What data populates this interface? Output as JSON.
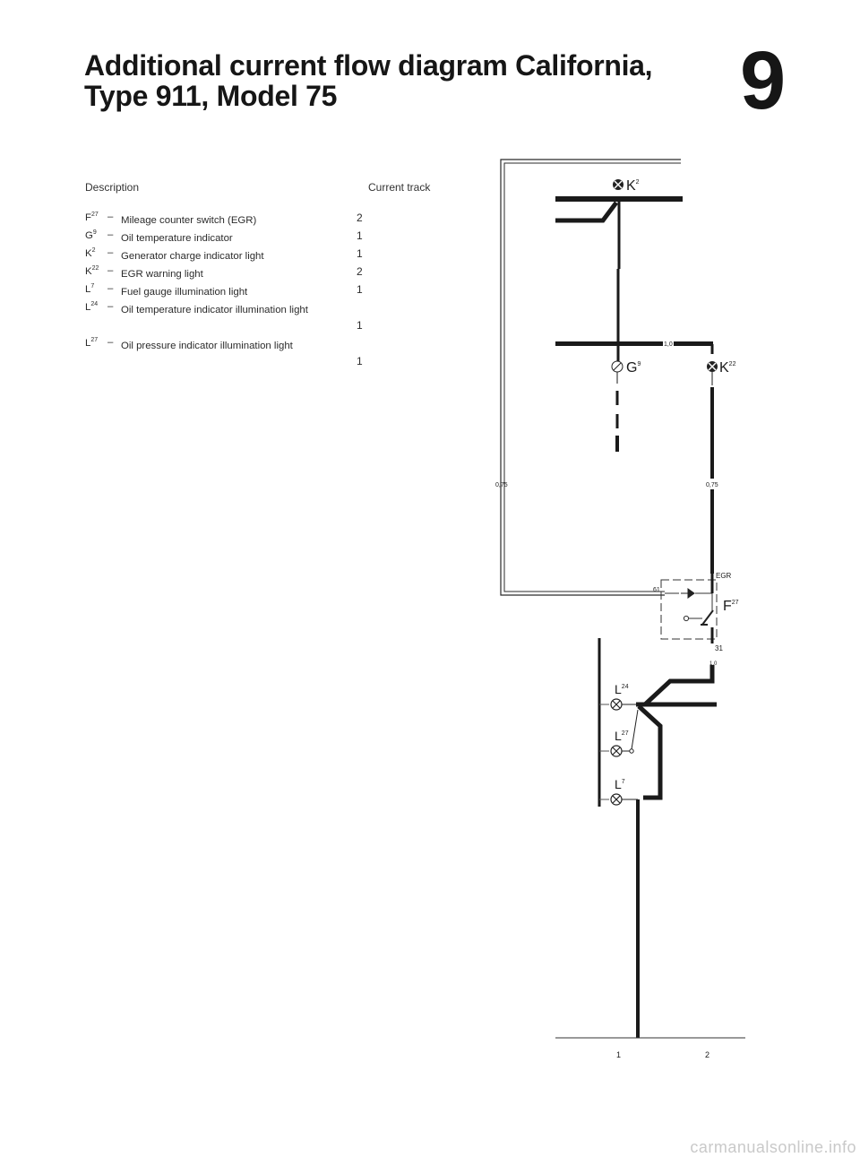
{
  "title": {
    "line1": "Additional current flow diagram California,",
    "line2": "Type 911, Model 75"
  },
  "section_number": "9",
  "legend": {
    "description_header": "Description",
    "track_header": "Current track",
    "items": [
      {
        "code": "F",
        "sup": "27",
        "desc": "Mileage counter switch (EGR)",
        "track": "2"
      },
      {
        "code": "G",
        "sup": "9",
        "desc": "Oil temperature indicator",
        "track": "1"
      },
      {
        "code": "K",
        "sup": "2",
        "desc": "Generator charge indicator light",
        "track": "1"
      },
      {
        "code": "K",
        "sup": "22",
        "desc": "EGR warning light",
        "track": "2"
      },
      {
        "code": "L",
        "sup": "7",
        "desc": "Fuel gauge illumination light",
        "track": "1"
      },
      {
        "code": "L",
        "sup": "24",
        "desc": "Oil temperature indicator illumination light",
        "track": "1"
      },
      {
        "code": "L",
        "sup": "27",
        "desc": "Oil pressure indicator illumination light",
        "track": "1"
      }
    ]
  },
  "diagram": {
    "components": {
      "k2": {
        "letter": "K",
        "sup": "2"
      },
      "g9": {
        "letter": "G",
        "sup": "9"
      },
      "k22": {
        "letter": "K",
        "sup": "22"
      },
      "f27": {
        "letter": "F",
        "sup": "27"
      },
      "l24": {
        "letter": "L",
        "sup": "24"
      },
      "l27": {
        "letter": "L",
        "sup": "27"
      },
      "l7": {
        "letter": "L",
        "sup": "7"
      }
    },
    "wire_labels": {
      "top_wire": "1,0",
      "left_wire": "0,75",
      "right_wire": "0,75",
      "egr": "EGR",
      "terminal_61": "61",
      "terminal_31": "31",
      "bottom_wire": "1,0"
    },
    "current_tracks": [
      "1",
      "2"
    ]
  },
  "watermark": "carmanualsonline.info"
}
